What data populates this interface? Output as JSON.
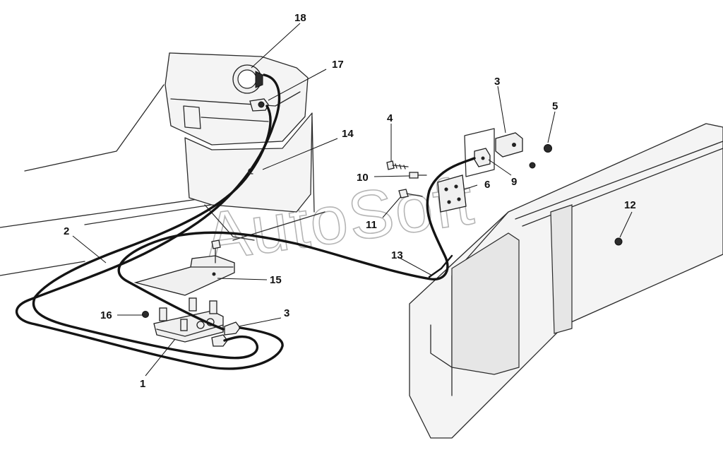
{
  "watermark": "AutoSoft",
  "callouts": [
    {
      "id": "1",
      "label": "1"
    },
    {
      "id": "2",
      "label": "2"
    },
    {
      "id": "3a",
      "label": "3"
    },
    {
      "id": "3b",
      "label": "3"
    },
    {
      "id": "4",
      "label": "4"
    },
    {
      "id": "5",
      "label": "5"
    },
    {
      "id": "6",
      "label": "6"
    },
    {
      "id": "9",
      "label": "9"
    },
    {
      "id": "10",
      "label": "10"
    },
    {
      "id": "11",
      "label": "11"
    },
    {
      "id": "12",
      "label": "12"
    },
    {
      "id": "13",
      "label": "13"
    },
    {
      "id": "14",
      "label": "14"
    },
    {
      "id": "15",
      "label": "15"
    },
    {
      "id": "16",
      "label": "16"
    },
    {
      "id": "17",
      "label": "17"
    },
    {
      "id": "18",
      "label": "18"
    }
  ]
}
